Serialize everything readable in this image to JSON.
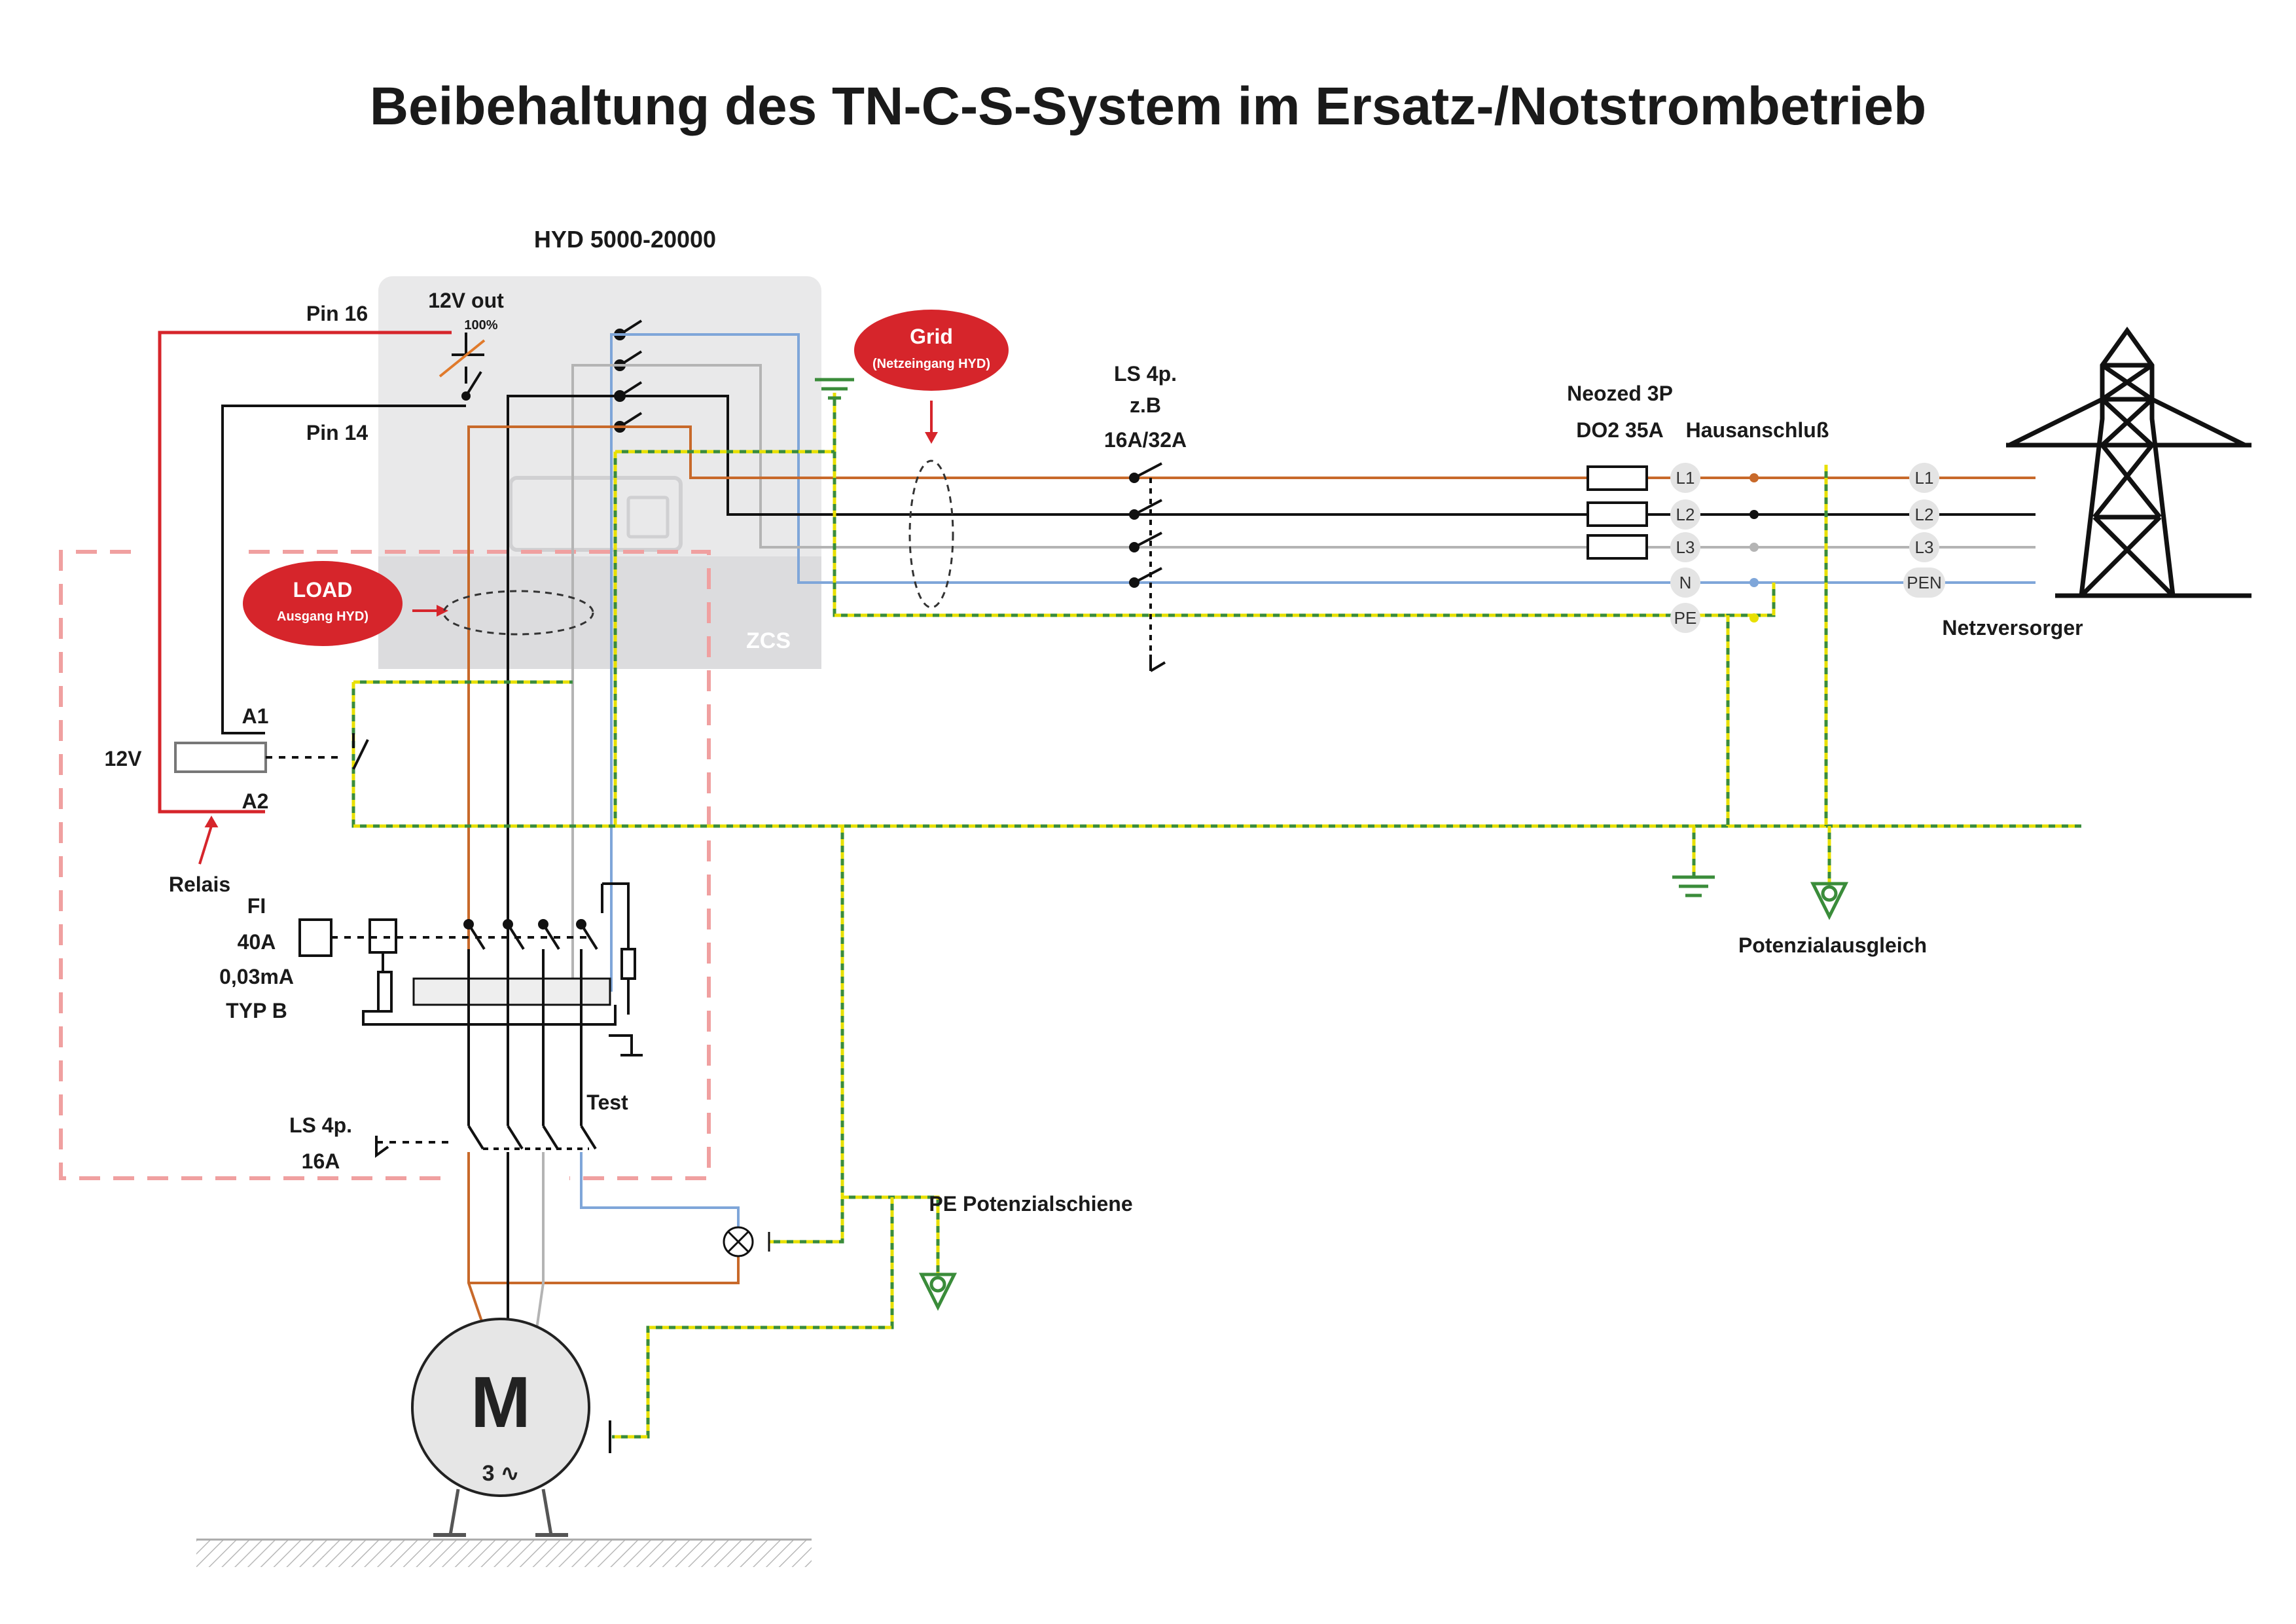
{
  "title": "Beibehaltung des TN-C-S-System im Ersatz-/Notstrombetrieb",
  "inverter": {
    "model": "HYD 5000-20000",
    "out_label": "12V out",
    "percent": "100%",
    "brand": "ZCS"
  },
  "pins": {
    "pin16": "Pin 16",
    "pin14": "Pin 14"
  },
  "relay": {
    "voltage": "12V",
    "a1": "A1",
    "a2": "A2",
    "name": "Relais"
  },
  "bubbles": {
    "grid_title": "Grid",
    "grid_sub": "(Netzeingang HYD)",
    "load_title": "LOAD",
    "load_sub": "Ausgang HYD)"
  },
  "ls_main": {
    "line1": "LS 4p.",
    "line2": "z.B",
    "line3": "16A/32A"
  },
  "neozed": {
    "line1": "Neozed 3P",
    "line2": "DO2 35A"
  },
  "hausanschluss": "Hausanschluß",
  "house_terminals": [
    "L1",
    "L2",
    "L3",
    "N",
    "PE"
  ],
  "grid_terminals": [
    "L1",
    "L2",
    "L3",
    "PEN"
  ],
  "netzversorger": "Netzversorger",
  "potenzialausgleich": "Potenzialausgleich",
  "fi": {
    "line1": "FI",
    "line2": "40A",
    "line3": "0,03mA",
    "line4": "TYP B",
    "test": "Test"
  },
  "ls_load": {
    "line1": "LS 4p.",
    "line2": "16A"
  },
  "pe_rail": "PE  Potenzialschiene",
  "motor": {
    "letter": "M",
    "phase": "3 ∿"
  },
  "colors": {
    "l1": "#c8692a",
    "l2": "#111111",
    "l3": "#b4b4b4",
    "n": "#7fa6d9",
    "pe_yellow": "#e8e000",
    "pe_green": "#3a8c3a",
    "red": "#d6252b",
    "dashed_pink": "#f0a0a0"
  }
}
